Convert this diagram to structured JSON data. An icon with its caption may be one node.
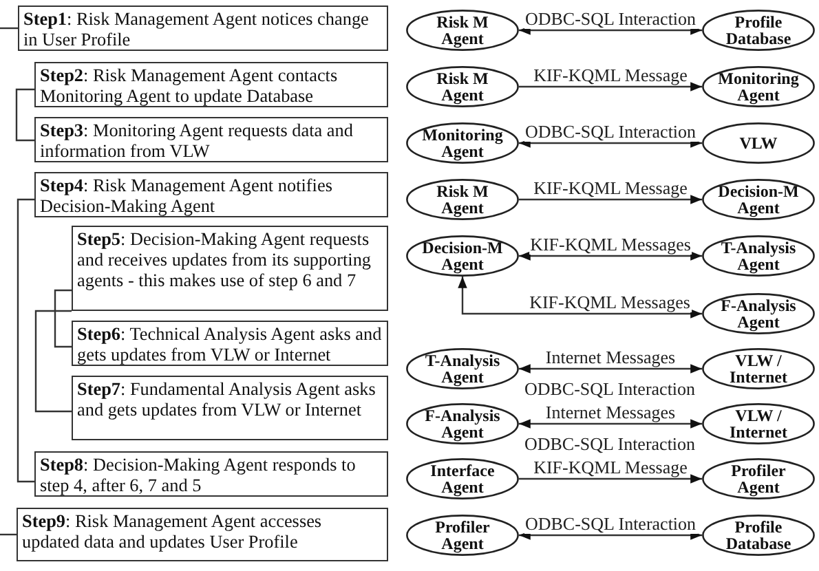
{
  "diagram": {
    "nodes": [
      {
        "text": [
          "**Step1**: Risk Management Agent notices change in User Profile"
        ]
      },
      {
        "text": [
          "**Step2**: Risk Management Agent contacts Monitoring Agent to update Database"
        ]
      },
      {
        "text": [
          "**Step3**: Monitoring Agent requests data and information from VLW"
        ]
      },
      {
        "text": [
          "**Step4**: Risk Management Agent notifies Decision-Making Agent"
        ]
      },
      {
        "text": [
          "**Step5**: Decision-Making Agent requests and receives updates from its supporting agents - this makes use of step 6 and 7"
        ]
      },
      {
        "text": [
          "**Step6**: Technical Analysis Agent asks and gets updates from VLW or Internet"
        ]
      },
      {
        "text": [
          "**Step7**: Fundamental Analysis Agent asks and gets updates from VLW or Internet"
        ]
      },
      {
        "text": [
          "**Step8**: Decision-Making Agent responds to step 4, after 6, 7 and 5"
        ]
      },
      {
        "text": [
          "**Step9**: Risk Management Agent accesses updated data and updates User Profile"
        ]
      },
      {
        "text": [
          "Risk M Agent"
        ]
      },
      {
        "text": [
          "Profile Database"
        ]
      },
      {
        "text": [
          "Risk M Agent"
        ]
      },
      {
        "text": [
          "Monitoring Agent"
        ]
      },
      {
        "text": [
          "Monitoring Agent"
        ]
      },
      {
        "text": [
          "VLW"
        ]
      },
      {
        "text": [
          "Risk M Agent"
        ]
      },
      {
        "text": [
          "Decision-M Agent"
        ]
      },
      {
        "text": [
          "Decision-M Agent"
        ]
      },
      {
        "text": [
          "T-Analysis Agent"
        ]
      },
      {
        "text": [
          "F-Analysis Agent"
        ]
      },
      {
        "text": [
          "T-Analysis Agent"
        ]
      },
      {
        "text": [
          "VLW / Internet"
        ]
      },
      {
        "text": [
          "F-Analysis Agent"
        ]
      },
      {
        "text": [
          "VLW / Internet"
        ]
      },
      {
        "text": [
          "Interface Agent"
        ]
      },
      {
        "text": [
          "Profiler Agent"
        ]
      },
      {
        "text": [
          "Profiler Agent"
        ]
      },
      {
        "text": [
          "Profile Database"
        ]
      }
    ],
    "edges": [
      {
        "from": null,
        "to": 0,
        "arrow": "none"
      },
      {
        "from": 1,
        "to": 2,
        "arrow": "none"
      },
      {
        "from": 3,
        "to": 7,
        "arrow": "none"
      },
      {
        "from": 4,
        "to": 5,
        "arrow": "none"
      },
      {
        "from": 4,
        "to": 6,
        "arrow": "none"
      },
      {
        "from": null,
        "to": 8,
        "arrow": "none"
      },
      {
        "from": 9,
        "to": 10,
        "arrow": "both",
        "label": "ODBC-SQL Interaction"
      },
      {
        "from": 11,
        "to": 12,
        "arrow": "to",
        "label": "KIF-KQML Message"
      },
      {
        "from": 13,
        "to": 14,
        "arrow": "both",
        "label": "ODBC-SQL Interaction"
      },
      {
        "from": 15,
        "to": 16,
        "arrow": "to",
        "label": "KIF-KQML Message"
      },
      {
        "from": 17,
        "to": 18,
        "arrow": "both",
        "label": "KIF-KQML Messages"
      },
      {
        "from": 17,
        "to": 19,
        "arrow": "both",
        "label": "KIF-KQML Messages"
      },
      {
        "from": 20,
        "to": 21,
        "arrow": "both",
        "label": "Internet Messages"
      },
      {
        "from": 22,
        "to": 23,
        "arrow": "both",
        "label": "Internet Messages"
      },
      {
        "from": 24,
        "to": 25,
        "arrow": "to",
        "label": "KIF-KQML Message"
      },
      {
        "from": 26,
        "to": 27,
        "arrow": "both",
        "label": "ODBC-SQL Interaction"
      }
    ],
    "labels": [
      "ODBC-SQL Interaction",
      "ODBC-SQL Interaction"
    ]
  }
}
